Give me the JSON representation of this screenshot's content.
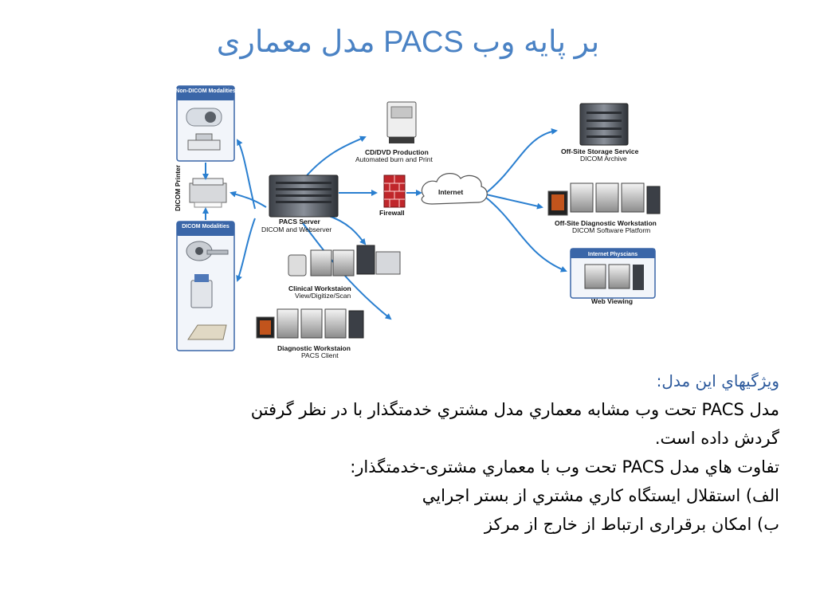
{
  "slide": {
    "title": "مدل معماری PACS بر پایه وب"
  },
  "diagram": {
    "panels": {
      "non_dicom": "Non-DICOM Modalities",
      "dicom": "DICOM Modalities",
      "internet_physicians": "Internet Physcians"
    },
    "labels": {
      "dicom_printer": "DICOM Printer",
      "pacs_server": "PACS Server",
      "pacs_server_sub": "DICOM and Webserver",
      "cd_dvd": "CD/DVD Production",
      "cd_dvd_sub": "Automated burn and Print",
      "firewall": "Firewall",
      "internet": "Internet",
      "offsite_storage": "Off-Site Storage Service",
      "offsite_storage_sub": "DICOM Archive",
      "offsite_diag": "Off-Site Diagnostic Workstation",
      "offsite_diag_sub": "DICOM Software Platform",
      "web_viewing": "Web Viewing",
      "clinical_ws": "Clinical Workstaion",
      "clinical_ws_sub": "View/Digitize/Scan",
      "diag_ws": "Diagnostic Workstaion",
      "diag_ws_sub": "PACS Client"
    },
    "colors": {
      "arrow": "#2a7fd0",
      "panel_header": "#3a66a8",
      "firewall": "#c0262b"
    }
  },
  "body": {
    "heading": "ويژگيهاي اين مدل:",
    "lines": [
      "مدل PACS تحت وب مشابه معماري مدل مشتري خدمتگذار با در نظر گرفتن",
      "گردش داده است.",
      "تفاوت هاي مدل PACS تحت وب با معماري مشتری-خدمتگذار:",
      "الف) استقلال ايستگاه کاري مشتري از بستر اجرايي",
      "ب) امکان برقراری ارتباط از خارج از مرکز"
    ]
  }
}
